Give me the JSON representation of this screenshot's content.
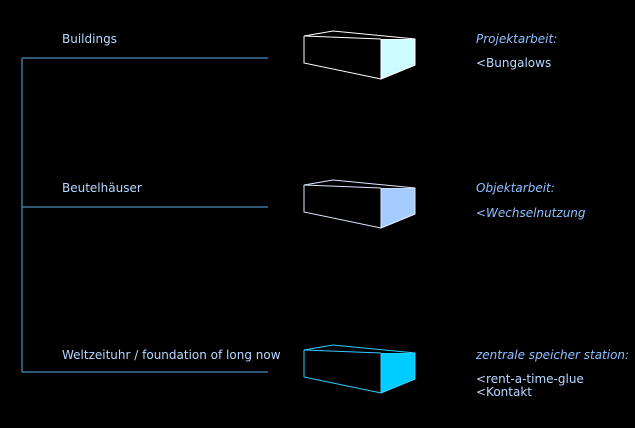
{
  "colors": {
    "line": "#5aaee6",
    "label": "#b7d8ff",
    "title": "#8fc0ff"
  },
  "items": [
    {
      "label": "Buildings",
      "title": "Projektarbeit:",
      "lines": [
        "<Bungalows"
      ],
      "lines_italic": false,
      "box_side": "#ccfcff",
      "box_stroke": "#ffffff",
      "box_icon": "box-white-cyan-icon"
    },
    {
      "label": "Beutelhäuser",
      "title": "Objektarbeit:",
      "lines": [
        "<Wechselnutzung"
      ],
      "lines_italic": true,
      "box_side": "#a6ccff",
      "box_stroke": "#dde8ff",
      "box_icon": "box-white-blue-icon"
    },
    {
      "label": "Weltzeituhr / foundation of long now",
      "title": "zentrale speicher station:",
      "lines": [
        "<rent-a-time-glue",
        "<Kontakt"
      ],
      "lines_italic": false,
      "box_side": "#00ccff",
      "box_stroke": "#33ccff",
      "box_icon": "box-cyan-icon"
    }
  ]
}
